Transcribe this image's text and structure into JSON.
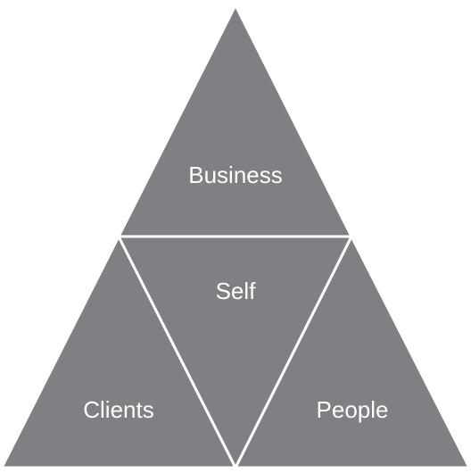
{
  "colors": {
    "triangle_fill": "#7f8083",
    "divider": "#ffffff",
    "label_text": "#ffffff",
    "background": "#ffffff"
  },
  "diagram": {
    "top_label": "Business",
    "center_label": "Self",
    "left_label": "Clients",
    "right_label": "People"
  }
}
